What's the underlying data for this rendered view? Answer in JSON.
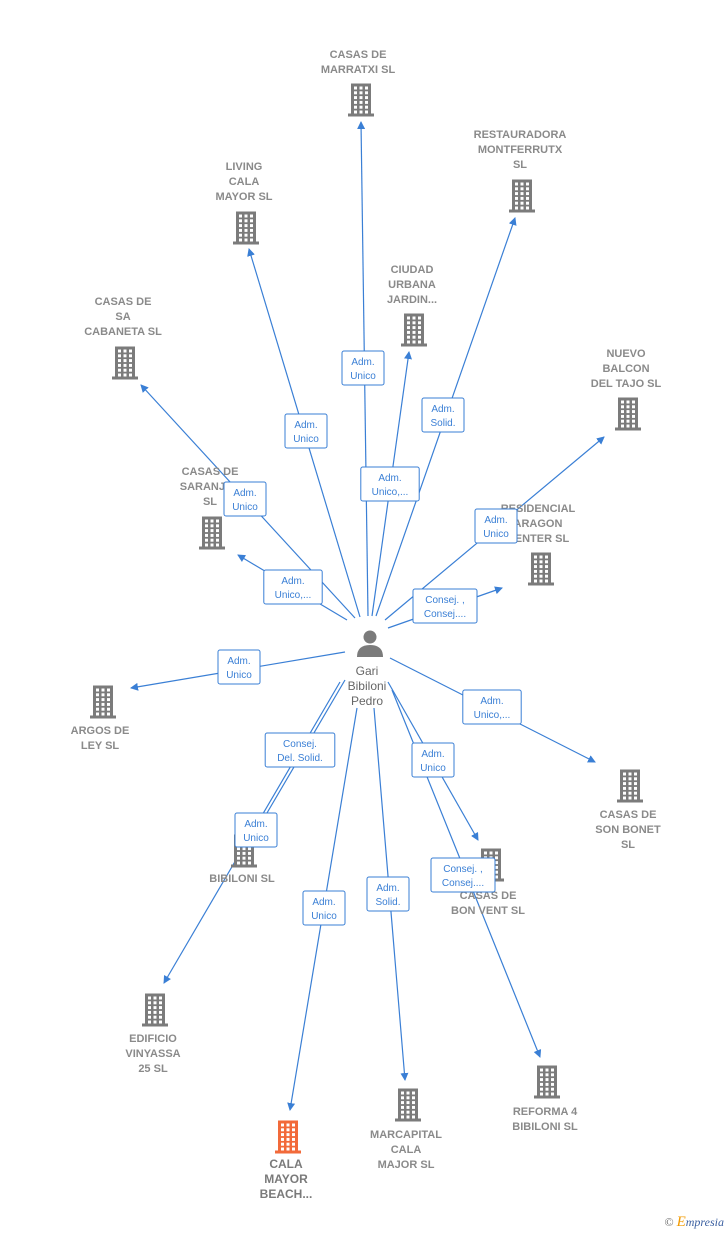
{
  "person": {
    "lines": [
      "Gari",
      "Bibiloni",
      "Pedro"
    ]
  },
  "nodes": [
    {
      "id": "casas-de-marratxi",
      "lines": [
        "CASAS DE",
        "MARRATXI SL"
      ],
      "highlight": false
    },
    {
      "id": "restauradora-montferrutx",
      "lines": [
        "RESTAURADORA",
        "MONTFERRUTX",
        "SL"
      ],
      "highlight": false
    },
    {
      "id": "living-cala-mayor",
      "lines": [
        "LIVING",
        "CALA",
        "MAYOR  SL"
      ],
      "highlight": false
    },
    {
      "id": "ciudad-urbana-jardin",
      "lines": [
        "CIUDAD",
        "URBANA",
        "JARDIN..."
      ],
      "highlight": false
    },
    {
      "id": "casas-de-sa-cabaneta",
      "lines": [
        "CASAS DE",
        "SA",
        "CABANETA  SL"
      ],
      "highlight": false
    },
    {
      "id": "nuevo-balcon-del-tajo",
      "lines": [
        "NUEVO",
        "BALCON",
        "DEL TAJO  SL"
      ],
      "highlight": false
    },
    {
      "id": "casas-de-saranjas",
      "lines": [
        "CASAS DE",
        "SARANJAS",
        "SL"
      ],
      "highlight": false
    },
    {
      "id": "residencial-aragon-center",
      "lines": [
        "RESIDENCIAL",
        "ARAGON",
        "CENTER  SL"
      ],
      "highlight": false
    },
    {
      "id": "argos-de-ley",
      "lines": [
        "ARGOS DE",
        "LEY SL"
      ],
      "highlight": false
    },
    {
      "id": "casas-de-son-bonet",
      "lines": [
        "CASAS DE",
        "SON BONET",
        "SL"
      ],
      "highlight": false
    },
    {
      "id": "bibiloni",
      "lines": [
        "BIBILONI  SL"
      ],
      "highlight": false
    },
    {
      "id": "casas-de-bon-vent",
      "lines": [
        "CASAS DE",
        "BON VENT  SL"
      ],
      "highlight": false
    },
    {
      "id": "edificio-vinyassa-25",
      "lines": [
        "EDIFICIO",
        "VINYASSA",
        "25  SL"
      ],
      "highlight": false
    },
    {
      "id": "reforma-4-bibiloni",
      "lines": [
        "REFORMA 4",
        "BIBILONI  SL"
      ],
      "highlight": false
    },
    {
      "id": "marcapital-cala-major",
      "lines": [
        "MARCAPITAL",
        "CALA",
        "MAJOR  SL"
      ],
      "highlight": false
    },
    {
      "id": "cala-mayor-beach",
      "lines": [
        "CALA",
        "MAYOR",
        "BEACH..."
      ],
      "highlight": true
    }
  ],
  "edges": [
    {
      "target": "casas-de-marratxi",
      "badge": [
        "Adm.",
        "Unico"
      ]
    },
    {
      "target": "restauradora-montferrutx",
      "badge": [
        "Adm.",
        "Solid."
      ]
    },
    {
      "target": "living-cala-mayor",
      "badge": [
        "Adm.",
        "Unico"
      ]
    },
    {
      "target": "ciudad-urbana-jardin",
      "badge": [
        "Adm.",
        "Unico,..."
      ]
    },
    {
      "target": "casas-de-sa-cabaneta",
      "badge": [
        "Adm.",
        "Unico"
      ]
    },
    {
      "target": "nuevo-balcon-del-tajo",
      "badge": [
        "Adm.",
        "Unico"
      ]
    },
    {
      "target": "casas-de-saranjas",
      "badge": [
        "Adm.",
        "Unico,..."
      ]
    },
    {
      "target": "residencial-aragon-center",
      "badge": [
        "Consej. ,",
        "Consej...."
      ]
    },
    {
      "target": "argos-de-ley",
      "badge": [
        "Adm.",
        "Unico"
      ]
    },
    {
      "target": "casas-de-son-bonet",
      "badge": [
        "Adm.",
        "Unico,..."
      ]
    },
    {
      "target": "bibiloni",
      "badge": [
        "Consej.",
        "Del. Solid."
      ]
    },
    {
      "target": "casas-de-bon-vent",
      "badge": [
        "Adm.",
        "Unico"
      ]
    },
    {
      "target": "edificio-vinyassa-25",
      "badge": [
        "Adm.",
        "Unico"
      ]
    },
    {
      "target": "reforma-4-bibiloni",
      "badge": [
        "Consej. ,",
        "Consej...."
      ]
    },
    {
      "target": "marcapital-cala-major",
      "badge": [
        "Adm.",
        "Solid."
      ]
    },
    {
      "target": "cala-mayor-beach",
      "badge": [
        "Adm.",
        "Unico"
      ]
    }
  ],
  "colors": {
    "edge": "#3a7fd5",
    "node_icon": "#7b7b7b",
    "highlight_icon": "#f26a3a",
    "label": "#8a8a8a"
  },
  "brand": {
    "symbol": "©",
    "initial": "E",
    "rest": "mpresia"
  }
}
